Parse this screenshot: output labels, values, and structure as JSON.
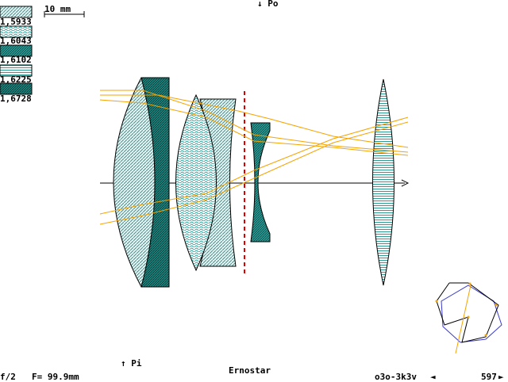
{
  "scale_bar": {
    "label": "10 mm"
  },
  "markers": {
    "object_label": "↓ Po",
    "image_label": "↑ Pi"
  },
  "glass_legend": [
    {
      "index": "1,5933",
      "pattern": "diag-fwd"
    },
    {
      "index": "1,6043",
      "pattern": "wave"
    },
    {
      "index": "1,6102",
      "pattern": "diag-dense"
    },
    {
      "index": "1,6225",
      "pattern": "hlines"
    },
    {
      "index": "1,6728",
      "pattern": "diag-dark"
    }
  ],
  "footer": {
    "aperture": "f/2",
    "focal_length": "F= 99.9mm",
    "lens_name": "Ernostar",
    "design_code": "o3o-3k3v",
    "left_arrow": "◄",
    "counter": "597",
    "right_arrow": "►"
  },
  "colors": {
    "lens_fill": "#2e9b95",
    "lens_light": "#e8f4f3",
    "ray": "#f5a300",
    "stop": "#e00000",
    "axis": "#000000",
    "mini_plot": "#3a3acc"
  },
  "icons": {
    "left_arrow": "triangle-left-icon",
    "right_arrow": "triangle-right-icon"
  }
}
